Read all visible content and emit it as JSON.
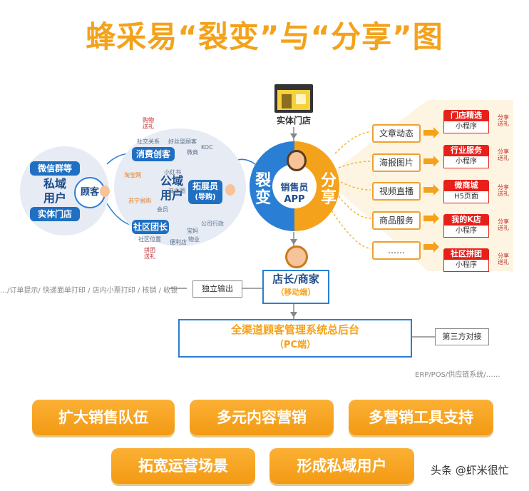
{
  "title": "蜂采易“裂变”与“分享”图",
  "store": {
    "label": "实体门店"
  },
  "private": {
    "top": "微信群等",
    "center": "私域\n用户",
    "bottom": "实体门店"
  },
  "customer": {
    "label": "顾客"
  },
  "public": {
    "center": "公域\n用户",
    "consume": "消费创客",
    "expand_line1": "拓展员",
    "expand_line2": "(导购)",
    "group": "社区团长",
    "social": "社交关系",
    "loyal": "好丝型顾客",
    "weibo": "微商",
    "koc": "KOC",
    "taobao": "淘宝网",
    "redbook": "小红书",
    "shop_owner": "商业圈",
    "suning": "苏宁易购",
    "baobao": "宝妈",
    "company": "公司行政",
    "property": "物业",
    "location": "社区位置",
    "convenience": "便利店",
    "vip": "会员",
    "gift_top": "购物\n送礼",
    "gift_bottom": "拼团\n送礼"
  },
  "center": {
    "left": "裂\n变",
    "right": "分\n享",
    "sales": "销售员",
    "app": "APP"
  },
  "share_items": [
    "文章动态",
    "海报图片",
    "视频直播",
    "商品服务",
    "……"
  ],
  "mini_programs": [
    {
      "head": "门店精选",
      "sub": "小程序"
    },
    {
      "head": "行业服务",
      "sub": "小程序"
    },
    {
      "head": "微商城",
      "sub": "H5页面"
    },
    {
      "head": "我的K店",
      "sub": "小程序"
    },
    {
      "head": "社区拼团",
      "sub": "小程序"
    }
  ],
  "mp_badge": "分享\n送礼",
  "manager": {
    "line1": "店长/商家",
    "line2": "（移动端）"
  },
  "independent": "独立输出",
  "left_note": "…/订单提示/ 快递面单打印 / 店内小票打印 / 核销 / 收银",
  "backend": {
    "line1": "全渠道顾客管理系统总后台",
    "line2": "（PC端）"
  },
  "third_party": "第三方对接",
  "erp_note": "ERP/POS/供应链系统/……",
  "features": [
    "扩大销售队伍",
    "多元内容营销",
    "多营销工具支持",
    "拓宽运营场景",
    "形成私域用户"
  ],
  "watermark": "头条 @虾米很忙",
  "colors": {
    "orange": "#f4a21b",
    "blue": "#1f6fc2",
    "red": "#e8201a"
  }
}
